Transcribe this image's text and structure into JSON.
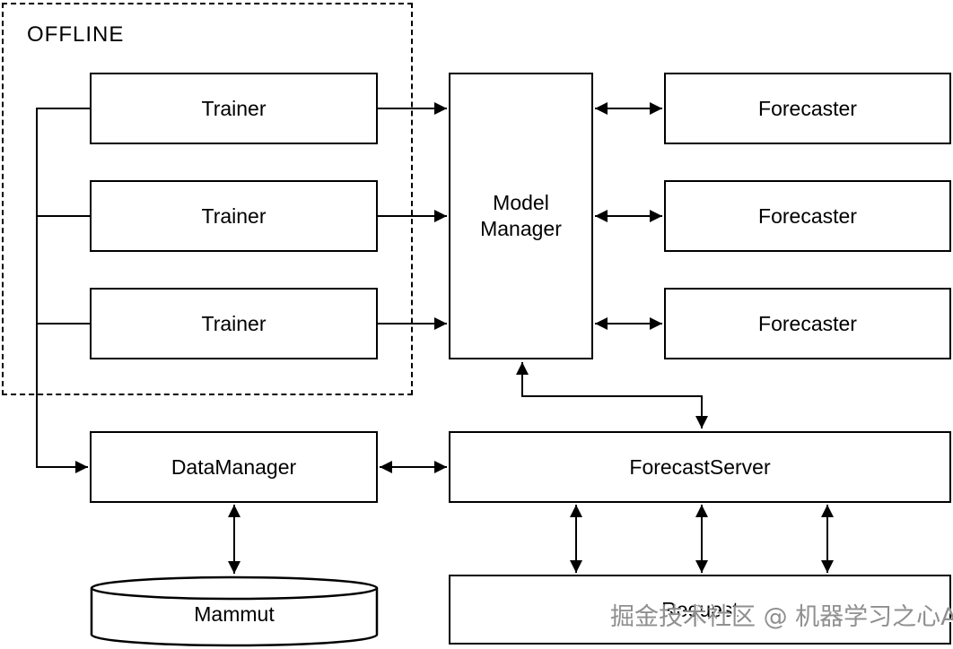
{
  "diagram": {
    "offline_label": "OFFLINE",
    "trainers": [
      "Trainer",
      "Trainer",
      "Trainer"
    ],
    "model_manager_label": "Model Manager",
    "forecasters": [
      "Forecaster",
      "Forecaster",
      "Forecaster"
    ],
    "data_manager_label": "DataManager",
    "forecast_server_label": "ForecastServer",
    "request_label": "Request",
    "database_label": "Mammut"
  },
  "watermark_text": "掘金技术社区 @ 机器学习之心AI",
  "colors": {
    "line": "#000000",
    "background": "#ffffff",
    "box_fill": "#ffffff",
    "text": "#000000",
    "watermark": "#8f8f8f"
  }
}
